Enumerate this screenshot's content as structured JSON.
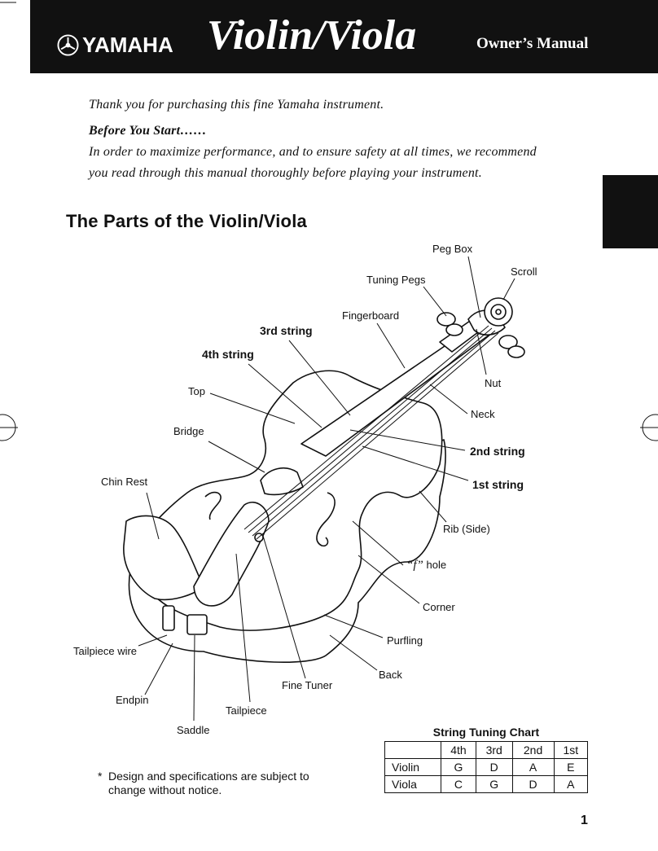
{
  "header": {
    "brand": "YAMAHA",
    "title": "Violin/Viola",
    "subtitle": "Owner’s Manual"
  },
  "intro": {
    "thanks": "Thank you for purchasing this fine Yamaha instrument.",
    "before_heading": "Before You Start……",
    "body_line1": "In order to maximize performance, and to ensure safety at all times, we recommend",
    "body_line2": "you read through this manual thoroughly before playing your instrument."
  },
  "section": {
    "title": "The Parts of the Violin/Viola"
  },
  "parts": {
    "peg_box": "Peg Box",
    "scroll": "Scroll",
    "tuning_pegs": "Tuning Pegs",
    "fingerboard": "Fingerboard",
    "third_string": "3rd string",
    "fourth_string": "4th string",
    "nut": "Nut",
    "top": "Top",
    "neck": "Neck",
    "bridge": "Bridge",
    "second_string": "2nd string",
    "first_string": "1st string",
    "chin_rest": "Chin Rest",
    "rib": "Rib (Side)",
    "f_hole_f": "“f”",
    "f_hole": "hole",
    "corner": "Corner",
    "purfling": "Purfling",
    "tailpiece_wire": "Tailpiece wire",
    "back": "Back",
    "fine_tuner": "Fine Tuner",
    "endpin": "Endpin",
    "tailpiece": "Tailpiece",
    "saddle": "Saddle"
  },
  "note": {
    "star": "*",
    "text": "Design and specifications are subject to change without notice."
  },
  "tuning_chart": {
    "title": "String Tuning Chart",
    "columns": [
      "",
      "4th",
      "3rd",
      "2nd",
      "1st"
    ],
    "rows": [
      {
        "name": "Violin",
        "notes": [
          "G",
          "D",
          "A",
          "E"
        ]
      },
      {
        "name": "Viola",
        "notes": [
          "C",
          "G",
          "D",
          "A"
        ]
      }
    ]
  },
  "page_number": "1",
  "colors": {
    "ink": "#111111",
    "paper": "#ffffff"
  }
}
